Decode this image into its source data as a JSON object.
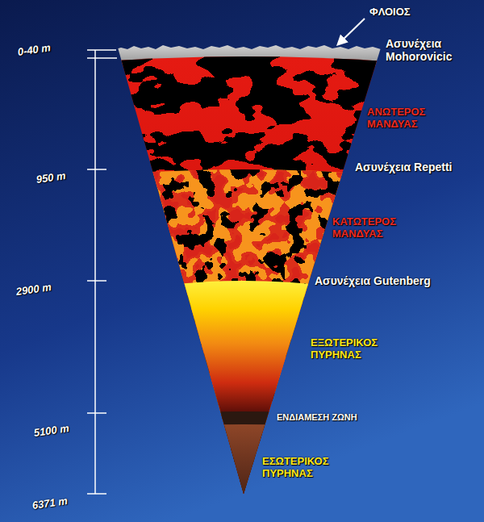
{
  "diagram": {
    "labels": [
      "ΦΛΟΙΟΣ",
      "Ασυνέχεια Mohorovicic",
      "ΑΝΩΤΕΡΟΣ ΜΑΝΔΥΑΣ",
      "Ασυνέχεια Repetti",
      "ΚΑΤΩΤΕΡΟΣ ΜΑΝΔΥΑΣ",
      "Ασυνέχεια Gutenberg",
      "ΕΞΩΤΕΡΙΚΟΣ ΠΥΡΗΝΑΣ",
      "ΕΝΔΙΑΜΕΣΗ ΖΩΝΗ",
      "ΕΣΩΤΕΡΙΚΟΣ ΠΥΡΗΝΑΣ",
      "0-40 m",
      "950 m",
      "2900 m",
      "5100 m",
      "6371 m"
    ]
  }
}
